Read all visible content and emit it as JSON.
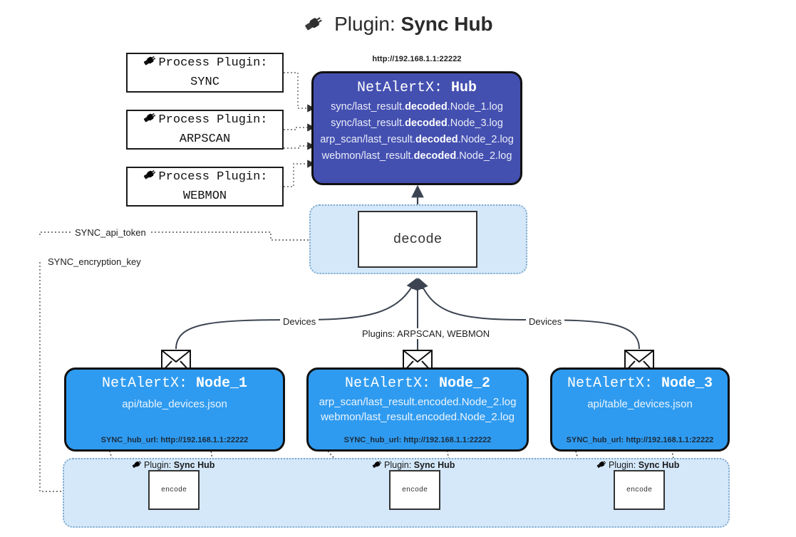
{
  "title": {
    "icon": "plug-icon",
    "prefix": "Plugin:",
    "name": "Sync Hub"
  },
  "colors": {
    "hub_fill": "#4450b0",
    "node_fill": "#2f9bf0",
    "container_fill": "#d4e8fa",
    "container_border": "#7fa9cc",
    "box_border": "#111111",
    "text_dark": "#1d1d1d",
    "text_light": "#ffffff"
  },
  "process_plugins": [
    {
      "icon": "plug-icon",
      "line1": "Process Plugin:",
      "line2": "SYNC"
    },
    {
      "icon": "plug-icon",
      "line1": "Process Plugin:",
      "line2": "ARPSCAN"
    },
    {
      "icon": "plug-icon",
      "line1": "Process Plugin:",
      "line2": "WEBMON"
    }
  ],
  "hub": {
    "url": "http://192.168.1.1:22222",
    "title_prefix": "NetAlertX:",
    "title_name": "Hub",
    "loglines": [
      {
        "pre": "sync/last_result.",
        "mid": "decoded",
        "post": ".Node_1.log"
      },
      {
        "pre": "sync/last_result.",
        "mid": "decoded",
        "post": ".Node_3.log"
      },
      {
        "pre": "arp_scan/last_result.",
        "mid": "decoded",
        "post": ".Node_2.log"
      },
      {
        "pre": "webmon/last_result.",
        "mid": "decoded",
        "post": ".Node_2.log"
      }
    ]
  },
  "decode": {
    "label": "decode"
  },
  "secrets": {
    "api_token": "SYNC_api_token",
    "encryption_key": "SYNC_encryption_key"
  },
  "edges": {
    "devices_left": "Devices",
    "devices_right": "Devices",
    "plugins_center": "Plugins: ARPSCAN, WEBMON"
  },
  "nodes": [
    {
      "title_prefix": "NetAlertX:",
      "title_name": "Node_1",
      "lines": [
        "api/table_devices.json"
      ],
      "footer": "SYNC_hub_url: http://192.168.1.1:22222",
      "envelope_icon": "envelope-icon"
    },
    {
      "title_prefix": "NetAlertX:",
      "title_name": "Node_2",
      "lines": [
        "arp_scan/last_result.encoded.Node_2.log",
        "webmon/last_result.encoded.Node_2.log"
      ],
      "footer": "SYNC_hub_url: http://192.168.1.1:22222",
      "envelope_icon": "envelope-icon"
    },
    {
      "title_prefix": "NetAlertX:",
      "title_name": "Node_3",
      "lines": [
        "api/table_devices.json"
      ],
      "footer": "SYNC_hub_url: http://192.168.1.1:22222",
      "envelope_icon": "envelope-icon"
    }
  ],
  "encoders": [
    {
      "tag_prefix": "Plugin:",
      "tag_name": "Sync Hub",
      "label": "encode",
      "icon": "plug-icon"
    },
    {
      "tag_prefix": "Plugin:",
      "tag_name": "Sync Hub",
      "label": "encode",
      "icon": "plug-icon"
    },
    {
      "tag_prefix": "Plugin:",
      "tag_name": "Sync Hub",
      "label": "encode",
      "icon": "plug-icon"
    }
  ]
}
